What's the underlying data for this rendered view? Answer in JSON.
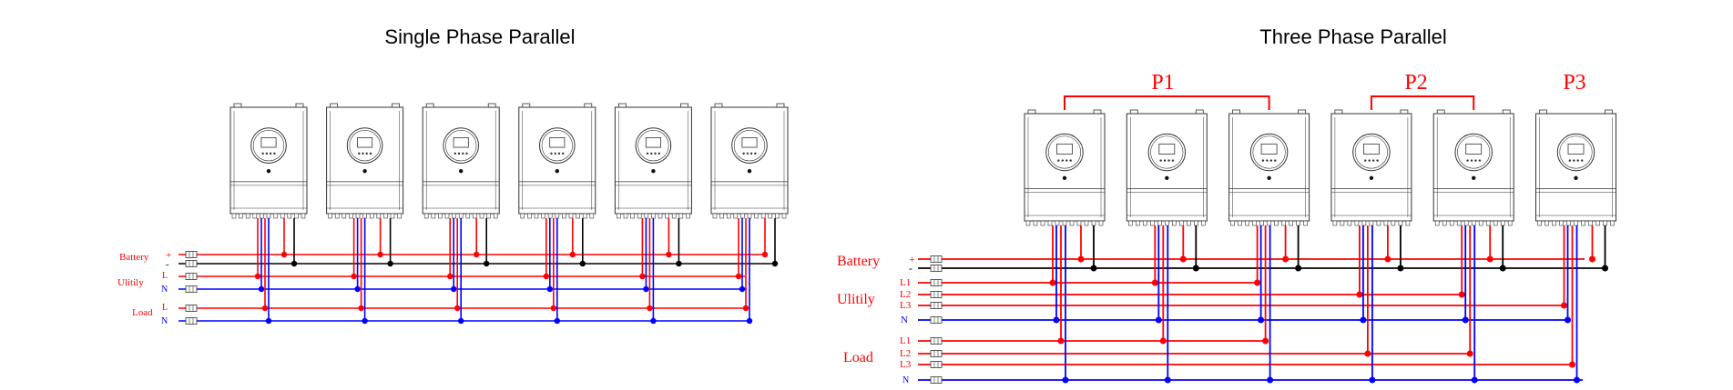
{
  "left_panel": {
    "title": "Single Phase Parallel",
    "labels": {
      "battery": "Battery",
      "utility": "Ulitily",
      "utility_l": "L",
      "utility_n": "N",
      "load": "Load",
      "load_l": "L",
      "load_n": "N"
    },
    "inverter_count": 6
  },
  "right_panel": {
    "title": "Three Phase Parallel",
    "groups": [
      "P1",
      "P2",
      "P3"
    ],
    "labels": {
      "battery": "Battery",
      "utility": "Ulitily",
      "utility_l1": "L1",
      "utility_l2": "L2",
      "utility_l3": "L3",
      "utility_n": "N",
      "load": "Load",
      "load_l1": "L1",
      "load_l2": "L2",
      "load_l3": "L3",
      "load_n": "N"
    },
    "inverter_count": 6
  },
  "colors": {
    "positive": "#ff0000",
    "negative": "#000000",
    "line": "#ff0000",
    "neutral": "#0000ff",
    "label": "#ff0000",
    "outline": "#333333"
  }
}
